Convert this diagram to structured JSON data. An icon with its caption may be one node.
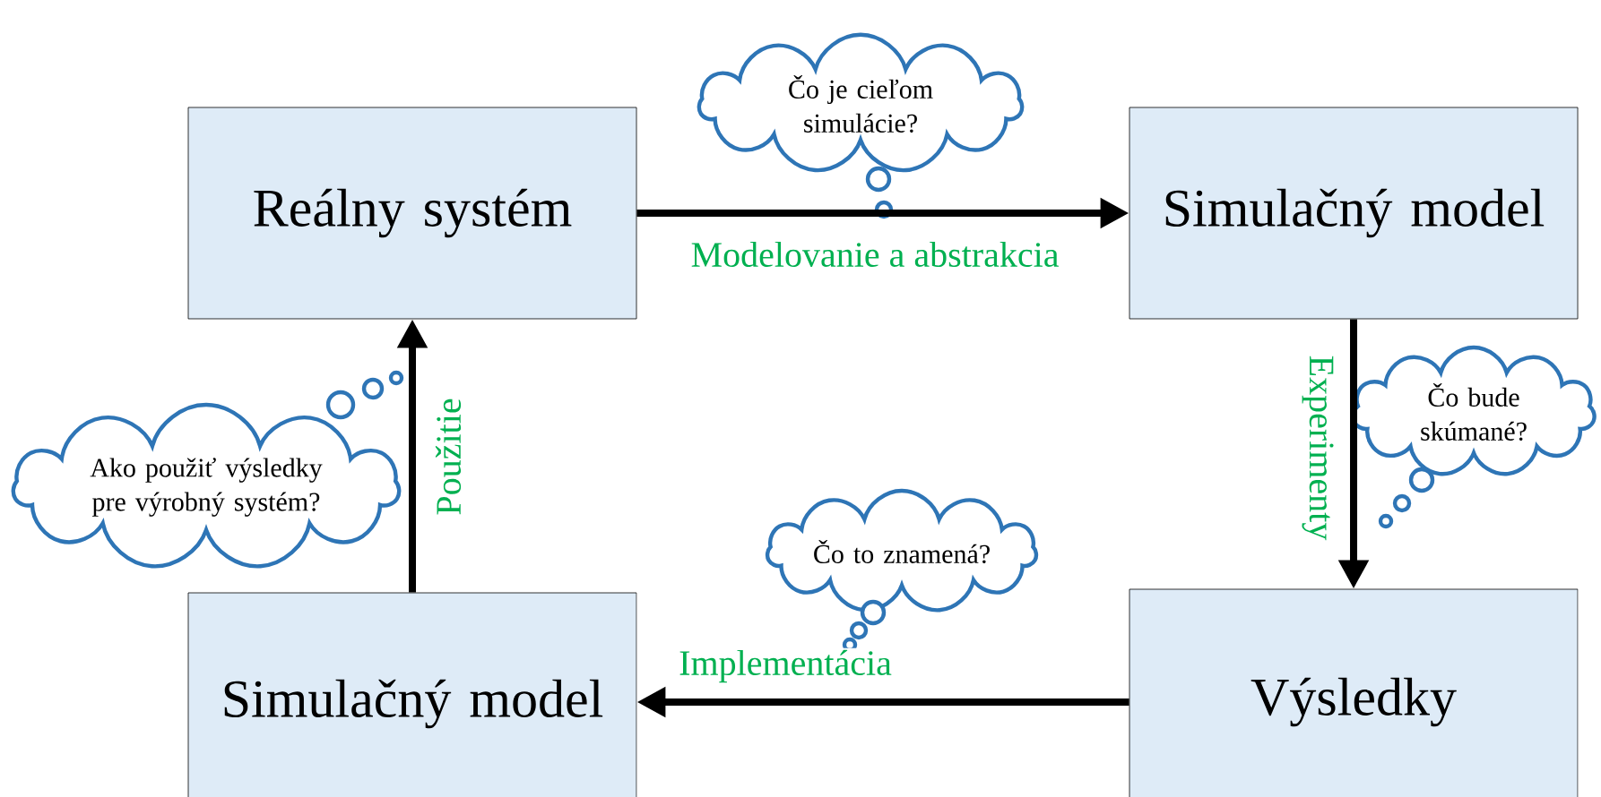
{
  "diagram": {
    "nodes": [
      {
        "text": [
          "Reálny systém"
        ]
      },
      {
        "text": [
          "Simulačný model"
        ]
      },
      {
        "text": [
          "Výsledky"
        ]
      },
      {
        "text": [
          "Simulačný model"
        ]
      },
      {
        "text": [
          "Čo je cieľom simulácie?"
        ]
      },
      {
        "text": [
          "Čo bude skúmané?"
        ]
      },
      {
        "text": [
          "Ako použiť výsledky pre výrobný systém?"
        ]
      },
      {
        "text": [
          "Čo to znamená?"
        ]
      }
    ],
    "edges": [
      {
        "from": 0,
        "to": 1,
        "arrow": "to",
        "label": "Modelovanie a abstrakcia"
      },
      {
        "from": 1,
        "to": 2,
        "arrow": "to",
        "label": "Experimenty"
      },
      {
        "from": 2,
        "to": 3,
        "arrow": "to",
        "label": "Implementácia"
      },
      {
        "from": 3,
        "to": 0,
        "arrow": "to",
        "label": "Použitie"
      }
    ]
  }
}
